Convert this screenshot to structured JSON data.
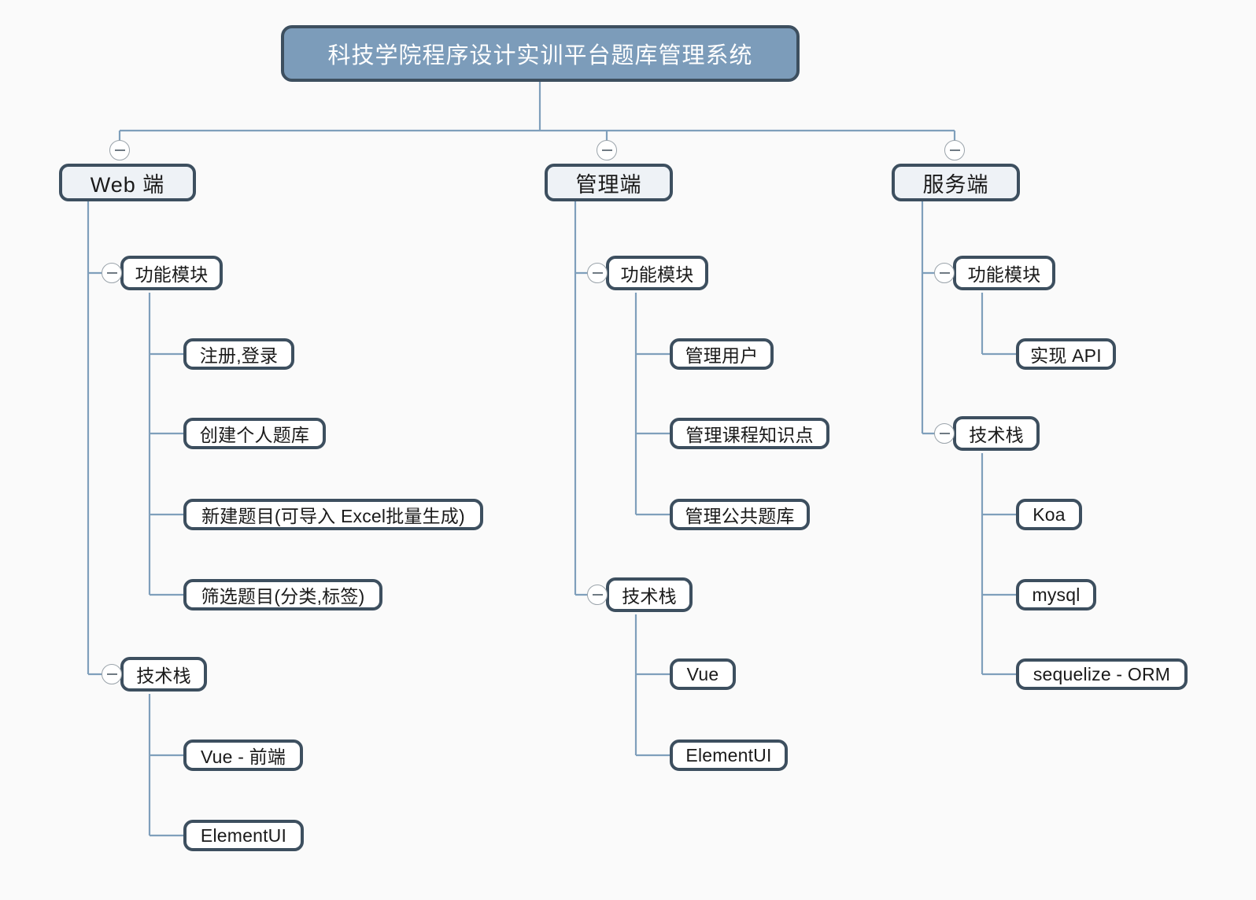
{
  "diagram": {
    "type": "mind-map-tree",
    "background_color": "#fafafa",
    "edge_color": "#7f9fbb",
    "node_border_color": "#3d4f5f",
    "root_fill_color": "#7c9cba",
    "branch_fill_color": "#eef2f6",
    "leaf_fill_color": "#ffffff",
    "toggle_icon": "minus-circle-icon"
  },
  "root": {
    "label": "科技学院程序设计实训平台题库管理系统"
  },
  "branches": [
    {
      "label": "Web 端",
      "groups": [
        {
          "label": "功能模块",
          "items": [
            {
              "label": "注册,登录"
            },
            {
              "label": "创建个人题库"
            },
            {
              "label": "新建题目(可导入 Excel批量生成)"
            },
            {
              "label": "筛选题目(分类,标签)"
            }
          ]
        },
        {
          "label": "技术栈",
          "items": [
            {
              "label": "Vue - 前端"
            },
            {
              "label": "ElementUI"
            }
          ]
        }
      ]
    },
    {
      "label": "管理端",
      "groups": [
        {
          "label": "功能模块",
          "items": [
            {
              "label": "管理用户"
            },
            {
              "label": "管理课程知识点"
            },
            {
              "label": "管理公共题库"
            }
          ]
        },
        {
          "label": "技术栈",
          "items": [
            {
              "label": "Vue"
            },
            {
              "label": "ElementUI"
            }
          ]
        }
      ]
    },
    {
      "label": "服务端",
      "groups": [
        {
          "label": "功能模块",
          "items": [
            {
              "label": "实现 API"
            }
          ]
        },
        {
          "label": "技术栈",
          "items": [
            {
              "label": "Koa"
            },
            {
              "label": "mysql"
            },
            {
              "label": "sequelize - ORM"
            }
          ]
        }
      ]
    }
  ]
}
